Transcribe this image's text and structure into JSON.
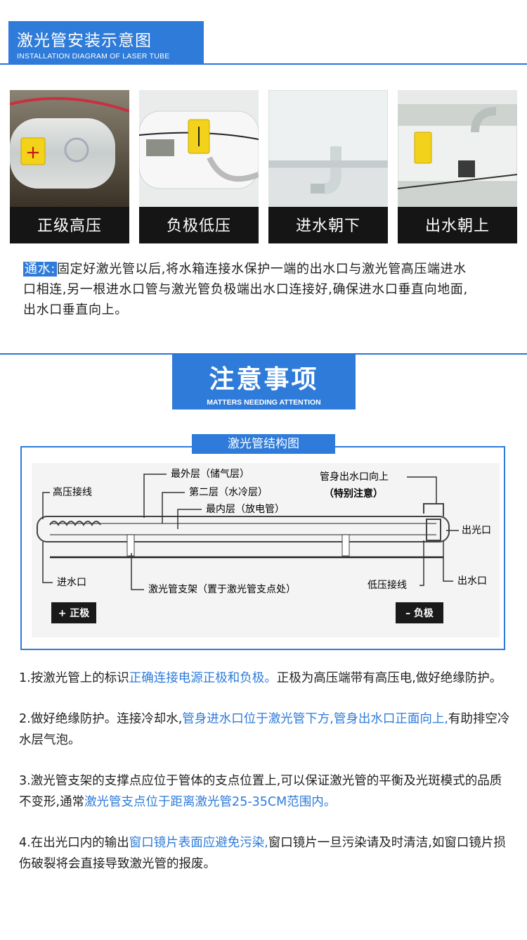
{
  "section1": {
    "title": "激光管安装示意图",
    "subtitle": "INSTALLATION DIAGRAM OF LASER TUBE"
  },
  "photos": [
    {
      "caption": "正级高压",
      "label_icon": "plus-sign-label"
    },
    {
      "caption": "负极低压",
      "label_icon": "minus-sign-label"
    },
    {
      "caption": "进水朝下",
      "label_icon": "water-inlet-nozzle"
    },
    {
      "caption": "出水朝上",
      "label_icon": "water-outlet-nozzle"
    }
  ],
  "intro": {
    "tag": "通水:",
    "text": "固定好激光管以后,将水箱连接水保护一端的出水口与激光管高压端进水口相连,另一根进水口管与激光管负极端出水口连接好,确保进水口垂直向地面,出水口垂直向上。"
  },
  "section2": {
    "title": "注意事项",
    "subtitle": "MATTERS NEEDING ATTENTION"
  },
  "diagram": {
    "label": "激光管结构图",
    "labels": {
      "hv": "高压接线",
      "outer": "最外层（储气层）",
      "second": "第二层（水冷层）",
      "inner": "最内层（放电管）",
      "outlet_up": "管身出水口向上",
      "special": "（特别注意）",
      "light_out": "出光口",
      "water_out": "出水口",
      "water_in": "进水口",
      "bracket": "激光管支架（置于激光管支点处）",
      "lv": "低压接线",
      "positive": "+ 正极",
      "negative": "– 负极"
    }
  },
  "notes": [
    {
      "pre": "1.按激光管上的标识",
      "hl": "正确连接电源正极和负极。",
      "post": "正极为高压端带有高压电,做好绝缘防护。"
    },
    {
      "pre": "2.做好绝缘防护。连接冷却水,",
      "hl": "管身进水口位于激光管下方,管身出水口正面向上,",
      "post": "有助排空冷水层气泡。"
    },
    {
      "pre": "3.激光管支架的支撑点应位于管体的支点位置上,可以保证激光管的平衡及光斑模式的品质不变形,通常",
      "hl": "激光管支点位于距离激光管25-35CM范围内。",
      "post": ""
    },
    {
      "pre": "4.在出光口内的输出",
      "hl": "窗口镜片表面应避免污染,",
      "post": "窗口镜片一旦污染请及时清洁,如窗口镜片损伤破裂将会直接导致激光管的报废。"
    }
  ],
  "colors": {
    "accent": "#2e7bd9",
    "text": "#222222",
    "photo_bg": "#151515"
  }
}
